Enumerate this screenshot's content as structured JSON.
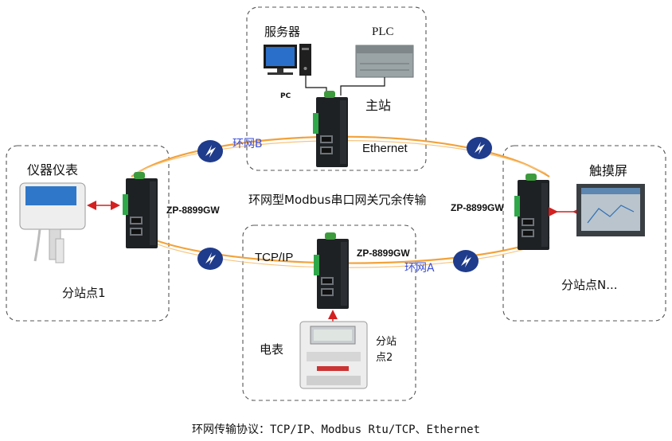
{
  "title": "环网型Modbus串口网关冗余传输",
  "footer": "环网传输协议：TCP/IP、Modbus Rtu/TCP、Ethernet",
  "master": {
    "server_label": "服务器",
    "pc_label": "PC",
    "plc_label": "PLC",
    "station_label": "主站",
    "link_label": "Ethernet"
  },
  "ring": {
    "b_label": "环网B",
    "a_label": "环网A",
    "tcp_label": "TCP/IP"
  },
  "stations": {
    "s1_title": "仪器仪表",
    "s1_gateway": "ZP-8899GW",
    "s1_label": "分站点1",
    "s2_gateway": "ZP-8899GW",
    "s2_device": "电表",
    "s2_label_line1": "分站",
    "s2_label_line2": "点2",
    "sn_title": "触摸屏",
    "sn_gateway": "ZP-8899GW",
    "sn_label": "分站点N..."
  },
  "colors": {
    "ring": "#f2a23a",
    "ring_label": "#3a4fd8",
    "arrow": "#d32020",
    "gateway": "#1e2124",
    "terminal": "#2fa84a"
  }
}
